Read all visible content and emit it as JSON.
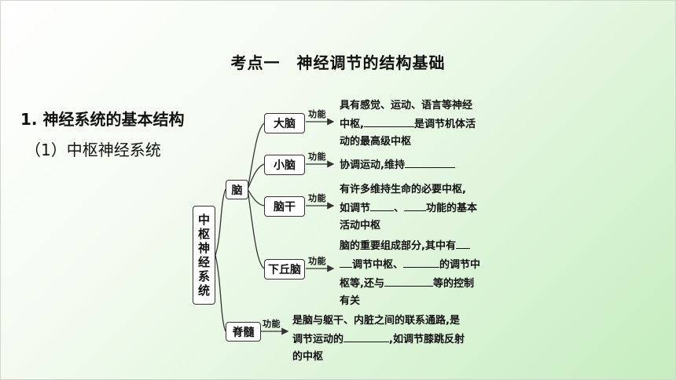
{
  "title": "考点一　神经调节的结构基础",
  "section": {
    "number": "1",
    "heading": ". 神经系统的基本结构"
  },
  "subsection": "（1）中枢神经系统",
  "diagram": {
    "root": [
      "中",
      "枢",
      "神",
      "经",
      "系",
      "统"
    ],
    "brain": "脑",
    "spinal": "脊髓",
    "function_label": "功能",
    "cerebrum": {
      "label": "大脑",
      "line1": "具有感觉、运动、语言等神经",
      "line2a": "中枢,",
      "line2b": "是调节机体活",
      "line3": "动的最高级中枢"
    },
    "cerebellum": {
      "label": "小脑",
      "line1a": "协调运动,维持"
    },
    "brainstem": {
      "label": "脑干",
      "line1": "有许多维持生命的必要中枢,",
      "line2a": "如调节",
      "line2b": "、",
      "line2c": "功能的基本",
      "line3": "活动中枢"
    },
    "hypothalamus": {
      "label": "下丘脑",
      "line1": "脑的重要组成部分,其中有",
      "line2a": "调节中枢、",
      "line2b": "的调节中",
      "line3a": "枢等,还与",
      "line3b": "等的控制",
      "line4": "有关"
    },
    "spinal_desc": {
      "line1": "是脑与躯干、内脏之间的联系通路,是",
      "line2a": "调节运动的",
      "line2b": ",如调节膝跳反射",
      "line3": "的中枢"
    }
  }
}
